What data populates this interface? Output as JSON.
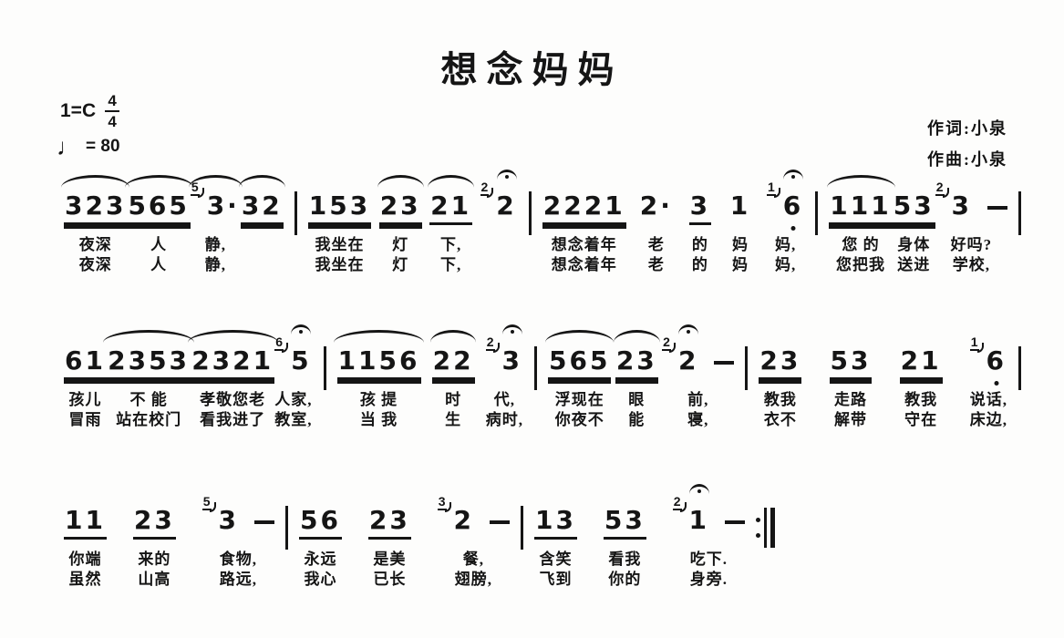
{
  "title": "想念妈妈",
  "key_signature": "1=C",
  "time_signature": {
    "numerator": "4",
    "denominator": "4"
  },
  "tempo": {
    "note_glyph": "♩",
    "equals": "= 80"
  },
  "credits": {
    "lyricist": "作词:小泉",
    "composer": "作曲:小泉"
  },
  "systems": [
    {
      "end": "bar",
      "measures": [
        {
          "groups": [
            {
              "n": "323",
              "u": 2,
              "s": true,
              "l1": "夜深",
              "l2": "夜深"
            },
            {
              "n": "565",
              "u": 2,
              "s": true,
              "l1": "人",
              "l2": "人"
            },
            {
              "n": "3·",
              "g": "5",
              "u": 0,
              "s": true,
              "l1": "静,",
              "l2": "静,"
            },
            {
              "n": "32",
              "u": 2,
              "s": true,
              "l1": "",
              "l2": ""
            }
          ]
        },
        {
          "groups": [
            {
              "n": "153",
              "u": 2,
              "l1": "我坐在",
              "l2": "我坐在"
            },
            {
              "n": "23",
              "u": 2,
              "s": true,
              "l1": "灯",
              "l2": "灯"
            },
            {
              "n": "21",
              "u": 1,
              "s": true,
              "l1": "下,",
              "l2": "下,"
            },
            {
              "n": "2",
              "g": "2",
              "f": true,
              "l1": "",
              "l2": ""
            }
          ]
        },
        {
          "groups": [
            {
              "n": "2221",
              "u": 2,
              "l1": "想念着年",
              "l2": "想念着年"
            },
            {
              "n": "2·",
              "u": 0,
              "l1": "老",
              "l2": "老"
            },
            {
              "n": "3",
              "u": 1,
              "l1": "的",
              "l2": "的"
            },
            {
              "n": "1",
              "u": 0,
              "l1": "妈",
              "l2": "妈"
            },
            {
              "n": "6",
              "g": "1",
              "f": true,
              "ld": true,
              "l1": "妈,",
              "l2": "妈,"
            }
          ]
        },
        {
          "groups": [
            {
              "n": "111",
              "u": 2,
              "s": true,
              "l1": "您 的",
              "l2": "您把我"
            },
            {
              "n": "53",
              "u": 2,
              "l1": "身体",
              "l2": "送进"
            },
            {
              "n": "3",
              "g": "2",
              "d": true,
              "l1": "好吗?",
              "l2": "学校,"
            }
          ]
        }
      ]
    },
    {
      "end": "bar",
      "measures": [
        {
          "groups": [
            {
              "n": "61",
              "u": 2,
              "l1": "孩儿",
              "l2": "冒雨"
            },
            {
              "n": "2353",
              "u": 2,
              "s": true,
              "l1": "不 能",
              "l2": "站在校门"
            },
            {
              "n": "2321",
              "u": 2,
              "s": true,
              "l1": "孝敬您老",
              "l2": "看我进了"
            },
            {
              "n": "5",
              "g": "6",
              "f": true,
              "l1": "人家,",
              "l2": "教室,"
            }
          ]
        },
        {
          "groups": [
            {
              "n": "1156",
              "u": 2,
              "s": true,
              "l1": "孩 提",
              "l2": "当 我"
            },
            {
              "n": "22",
              "u": 2,
              "s": true,
              "l1": "时",
              "l2": "生"
            },
            {
              "n": "3",
              "g": "2",
              "f": true,
              "l1": "代,",
              "l2": "病时,"
            }
          ]
        },
        {
          "groups": [
            {
              "n": "565",
              "u": 2,
              "s": true,
              "l1": "浮现在",
              "l2": "你夜不"
            },
            {
              "n": "23",
              "u": 2,
              "s": true,
              "l1": "眼",
              "l2": "能"
            },
            {
              "n": "2",
              "g": "2",
              "f": true,
              "d": true,
              "l1": "前,",
              "l2": "寝,"
            }
          ]
        },
        {
          "groups": [
            {
              "n": "23",
              "u": 2,
              "l1": "教我",
              "l2": "衣不"
            },
            {
              "n": "53",
              "u": 2,
              "l1": "走路",
              "l2": "解带"
            },
            {
              "n": "21",
              "u": 2,
              "l1": "教我",
              "l2": "守在"
            },
            {
              "n": "6",
              "g": "1",
              "ld": true,
              "l1": "说话,",
              "l2": "床边,"
            }
          ]
        }
      ]
    },
    {
      "end": "repeat",
      "measures": [
        {
          "groups": [
            {
              "n": "11",
              "u": 1,
              "l1": "你端",
              "l2": "虽然"
            },
            {
              "n": "23",
              "u": 1,
              "l1": "来的",
              "l2": "山高"
            },
            {
              "n": "3",
              "g": "5",
              "d": true,
              "l1": "食物,",
              "l2": "路远,"
            }
          ]
        },
        {
          "groups": [
            {
              "n": "56",
              "u": 1,
              "l1": "永远",
              "l2": "我心"
            },
            {
              "n": "23",
              "u": 1,
              "l1": "是美",
              "l2": "已长"
            },
            {
              "n": "2",
              "g": "3",
              "d": true,
              "l1": "餐,",
              "l2": "翅膀,"
            }
          ]
        },
        {
          "groups": [
            {
              "n": "13",
              "u": 1,
              "l1": "含笑",
              "l2": "飞到"
            },
            {
              "n": "53",
              "u": 1,
              "l1": "看我",
              "l2": "你的"
            },
            {
              "n": "1",
              "g": "2",
              "f": true,
              "d": true,
              "l1": "吃下.",
              "l2": "身旁."
            }
          ]
        }
      ]
    }
  ]
}
